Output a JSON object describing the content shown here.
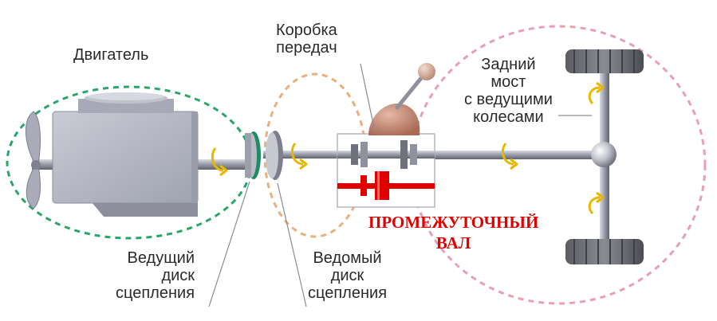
{
  "labels": {
    "engine": "Двигатель",
    "gearbox": [
      "Коробка",
      "передач"
    ],
    "rear_axle": [
      "Задний",
      "мост",
      "с ведущими",
      "колесами"
    ],
    "countershaft": [
      "ПРОМЕЖУТОЧНЫЙ",
      "ВАЛ"
    ],
    "drive_disc": [
      "Ведущий",
      "диск",
      "сцепления"
    ],
    "driven_disc": [
      "Ведомый",
      "диск",
      "сцепления"
    ]
  },
  "colors": {
    "engine_zone": "#2aa56a",
    "clutch_zone": "#e8b07a",
    "axle_zone": "#e8a0b0",
    "countershaft": "#e00000",
    "rotation_arrow": "#e8b800",
    "body_gray": "#b8bac6"
  },
  "icons": [
    "fan-icon",
    "gear-lever-icon",
    "rotation-arrow-icon",
    "wheel-icon",
    "differential-icon"
  ]
}
